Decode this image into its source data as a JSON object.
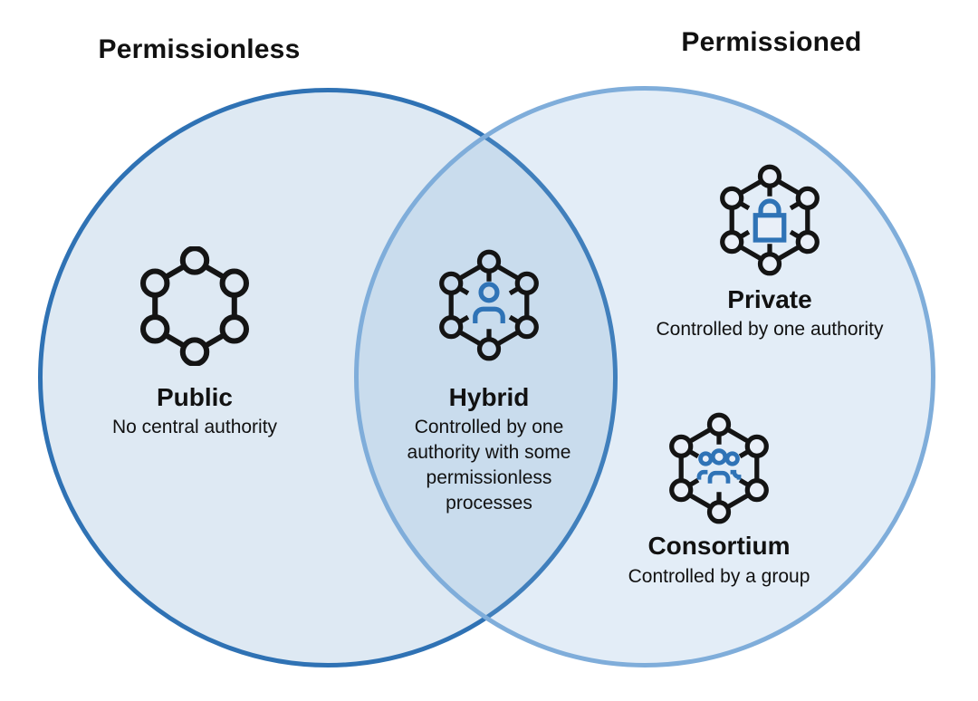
{
  "sets": {
    "left": {
      "title": "Permissionless"
    },
    "right": {
      "title": "Permissioned"
    }
  },
  "nodes": {
    "public": {
      "label": "Public",
      "desc": "No central authority",
      "icon": "hexagon-network-icon"
    },
    "hybrid": {
      "label": "Hybrid",
      "desc": "Controlled by one authority with some permissionless processes",
      "icon": "network-person-icon"
    },
    "private": {
      "label": "Private",
      "desc": "Controlled by one authority",
      "icon": "network-lock-icon"
    },
    "consortium": {
      "label": "Consortium",
      "desc": "Controlled by a group",
      "icon": "network-group-icon"
    }
  },
  "colors": {
    "left_stroke": "#2f72b4",
    "right_stroke": "#7fadda",
    "left_fill": "#dfe9f3",
    "right_fill": "#e9eff8",
    "overlap_fill": "#c7daed",
    "icon_black": "#141414",
    "icon_blue": "#2f73b6",
    "text": "#111111"
  }
}
